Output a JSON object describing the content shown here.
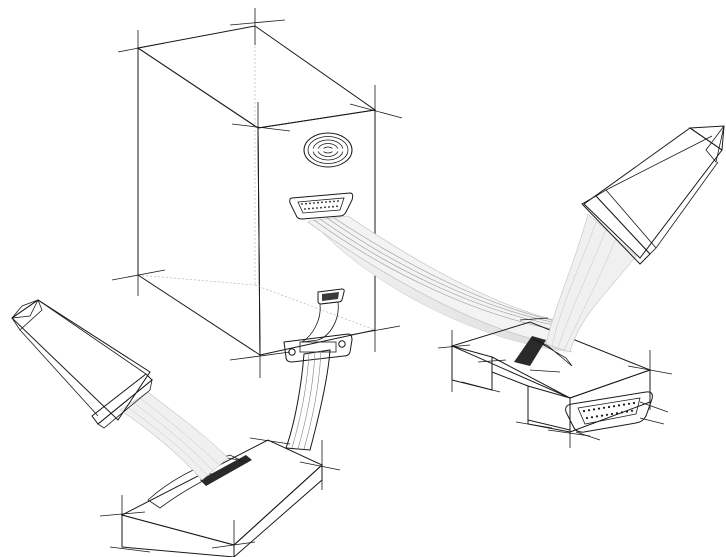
{
  "figure": {
    "labels": [],
    "colors": {
      "outline": "#1a1a1a",
      "surface_light": "#f7f7f7",
      "surface_mid": "#d9d9d9",
      "surface_dark": "#b3b3b3",
      "ribbon": "#ececec",
      "probe_body": "#c9c9c9"
    },
    "parts": [
      {
        "name": "computer-tower",
        "icon": "tower-case"
      },
      {
        "name": "cooling-fan",
        "icon": "fan-icon"
      },
      {
        "name": "db25-port-on-tower",
        "icon": "db25-connector"
      },
      {
        "name": "small-port-on-tower",
        "icon": "port-icon"
      },
      {
        "name": "ribbon-cable-left",
        "icon": "ribbon-cable"
      },
      {
        "name": "ribbon-cable-right",
        "icon": "ribbon-cable"
      },
      {
        "name": "adapter-board-left",
        "icon": "adapter-box"
      },
      {
        "name": "adapter-board-right",
        "icon": "adapter-box"
      },
      {
        "name": "db25-connector-right",
        "icon": "db25-connector"
      },
      {
        "name": "probe-left",
        "icon": "pencil-probe"
      },
      {
        "name": "probe-right",
        "icon": "pencil-probe"
      }
    ]
  }
}
